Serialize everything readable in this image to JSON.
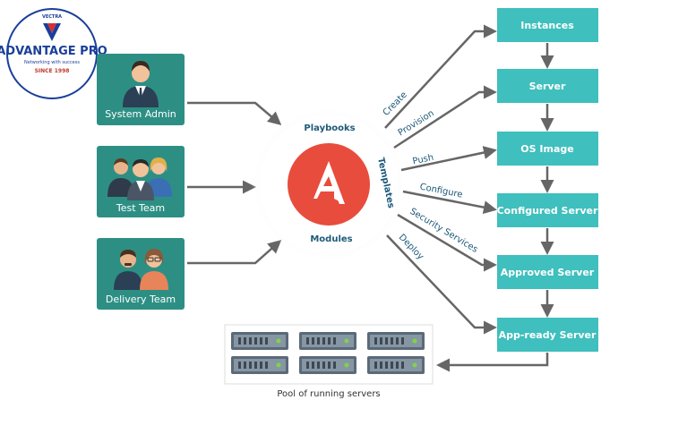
{
  "logo": {
    "top_text": "VECTRA",
    "title": "ADVANTAGE PRO",
    "tagline": "Networking with success",
    "since": "SINCE 1998"
  },
  "roles": [
    {
      "label": "System Admin"
    },
    {
      "label": "Test Team"
    },
    {
      "label": "Delivery Team"
    }
  ],
  "hub": {
    "top": "Playbooks",
    "right": "Templates",
    "bottom": "Modules",
    "colors": {
      "logo_circle": "#e84c3d",
      "ring": "#ffffff"
    }
  },
  "edges": {
    "create": "Create",
    "provision": "Provision",
    "push": "Push",
    "configure": "Configure",
    "security": "Security Services",
    "deploy": "Deploy"
  },
  "stages": [
    {
      "label": "Instances"
    },
    {
      "label": "Server"
    },
    {
      "label": "OS Image"
    },
    {
      "label": "Configured Server"
    },
    {
      "label": "Approved Server"
    },
    {
      "label": "App-ready Server"
    }
  ],
  "pool": {
    "label": "Pool of running servers"
  },
  "colors": {
    "role_box": "#2d8f84",
    "stage_box": "#3fbfbd",
    "arrow": "#666666"
  }
}
